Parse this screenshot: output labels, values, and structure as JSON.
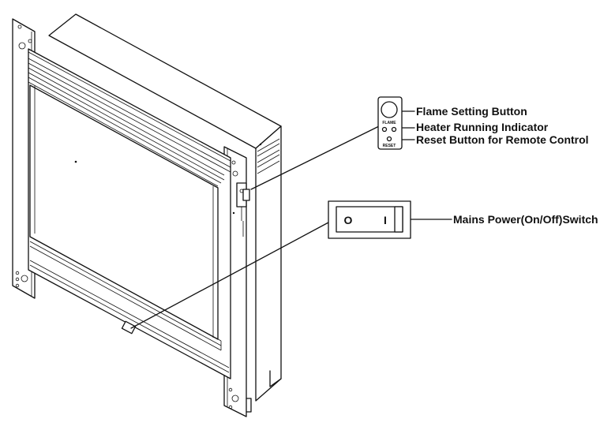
{
  "callouts": {
    "flame_setting": "Flame Setting Button",
    "heater_indicator": "Heater Running Indicator",
    "reset_button": "Reset Button for Remote Control",
    "mains_switch": "Mains Power(On/Off)Switch"
  },
  "panel_labels": {
    "flame": "FLAME",
    "reset": "RESET"
  },
  "switch_labels": {
    "off": "O",
    "on": "I"
  }
}
